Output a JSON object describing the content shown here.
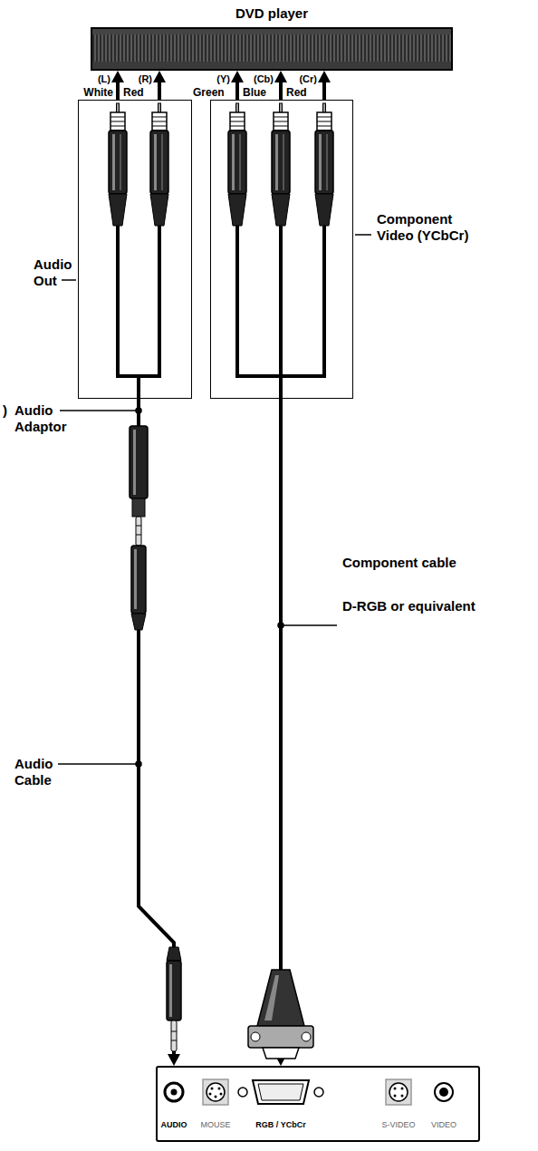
{
  "diagram": {
    "nodes": [
      {
        "text": [
          "DVD player"
        ]
      },
      {
        "text": [
          "Audio Out"
        ]
      },
      {
        "text": [
          "Component Video (YCbCr)"
        ]
      },
      {
        "text": [
          "AUDIO",
          "MOUSE",
          "RGB / YCbCr",
          "S-VIDEO",
          "VIDEO"
        ]
      }
    ],
    "edges": [
      {
        "from": 1,
        "to": 0,
        "arrow": "to"
      },
      {
        "from": 2,
        "to": 0,
        "arrow": "to"
      },
      {
        "from": 1,
        "to": 3,
        "arrow": "to"
      },
      {
        "from": 2,
        "to": 3,
        "arrow": "to"
      }
    ],
    "labels": [
      "(L)",
      "(R)",
      "(Y)",
      "(Cb)",
      "(Cr)",
      "White",
      "Red",
      "Green",
      "Blue",
      "Red",
      ")",
      "Audio Adaptor",
      "Audio Cable",
      "Component cable",
      "D-RGB or equivalent"
    ]
  }
}
